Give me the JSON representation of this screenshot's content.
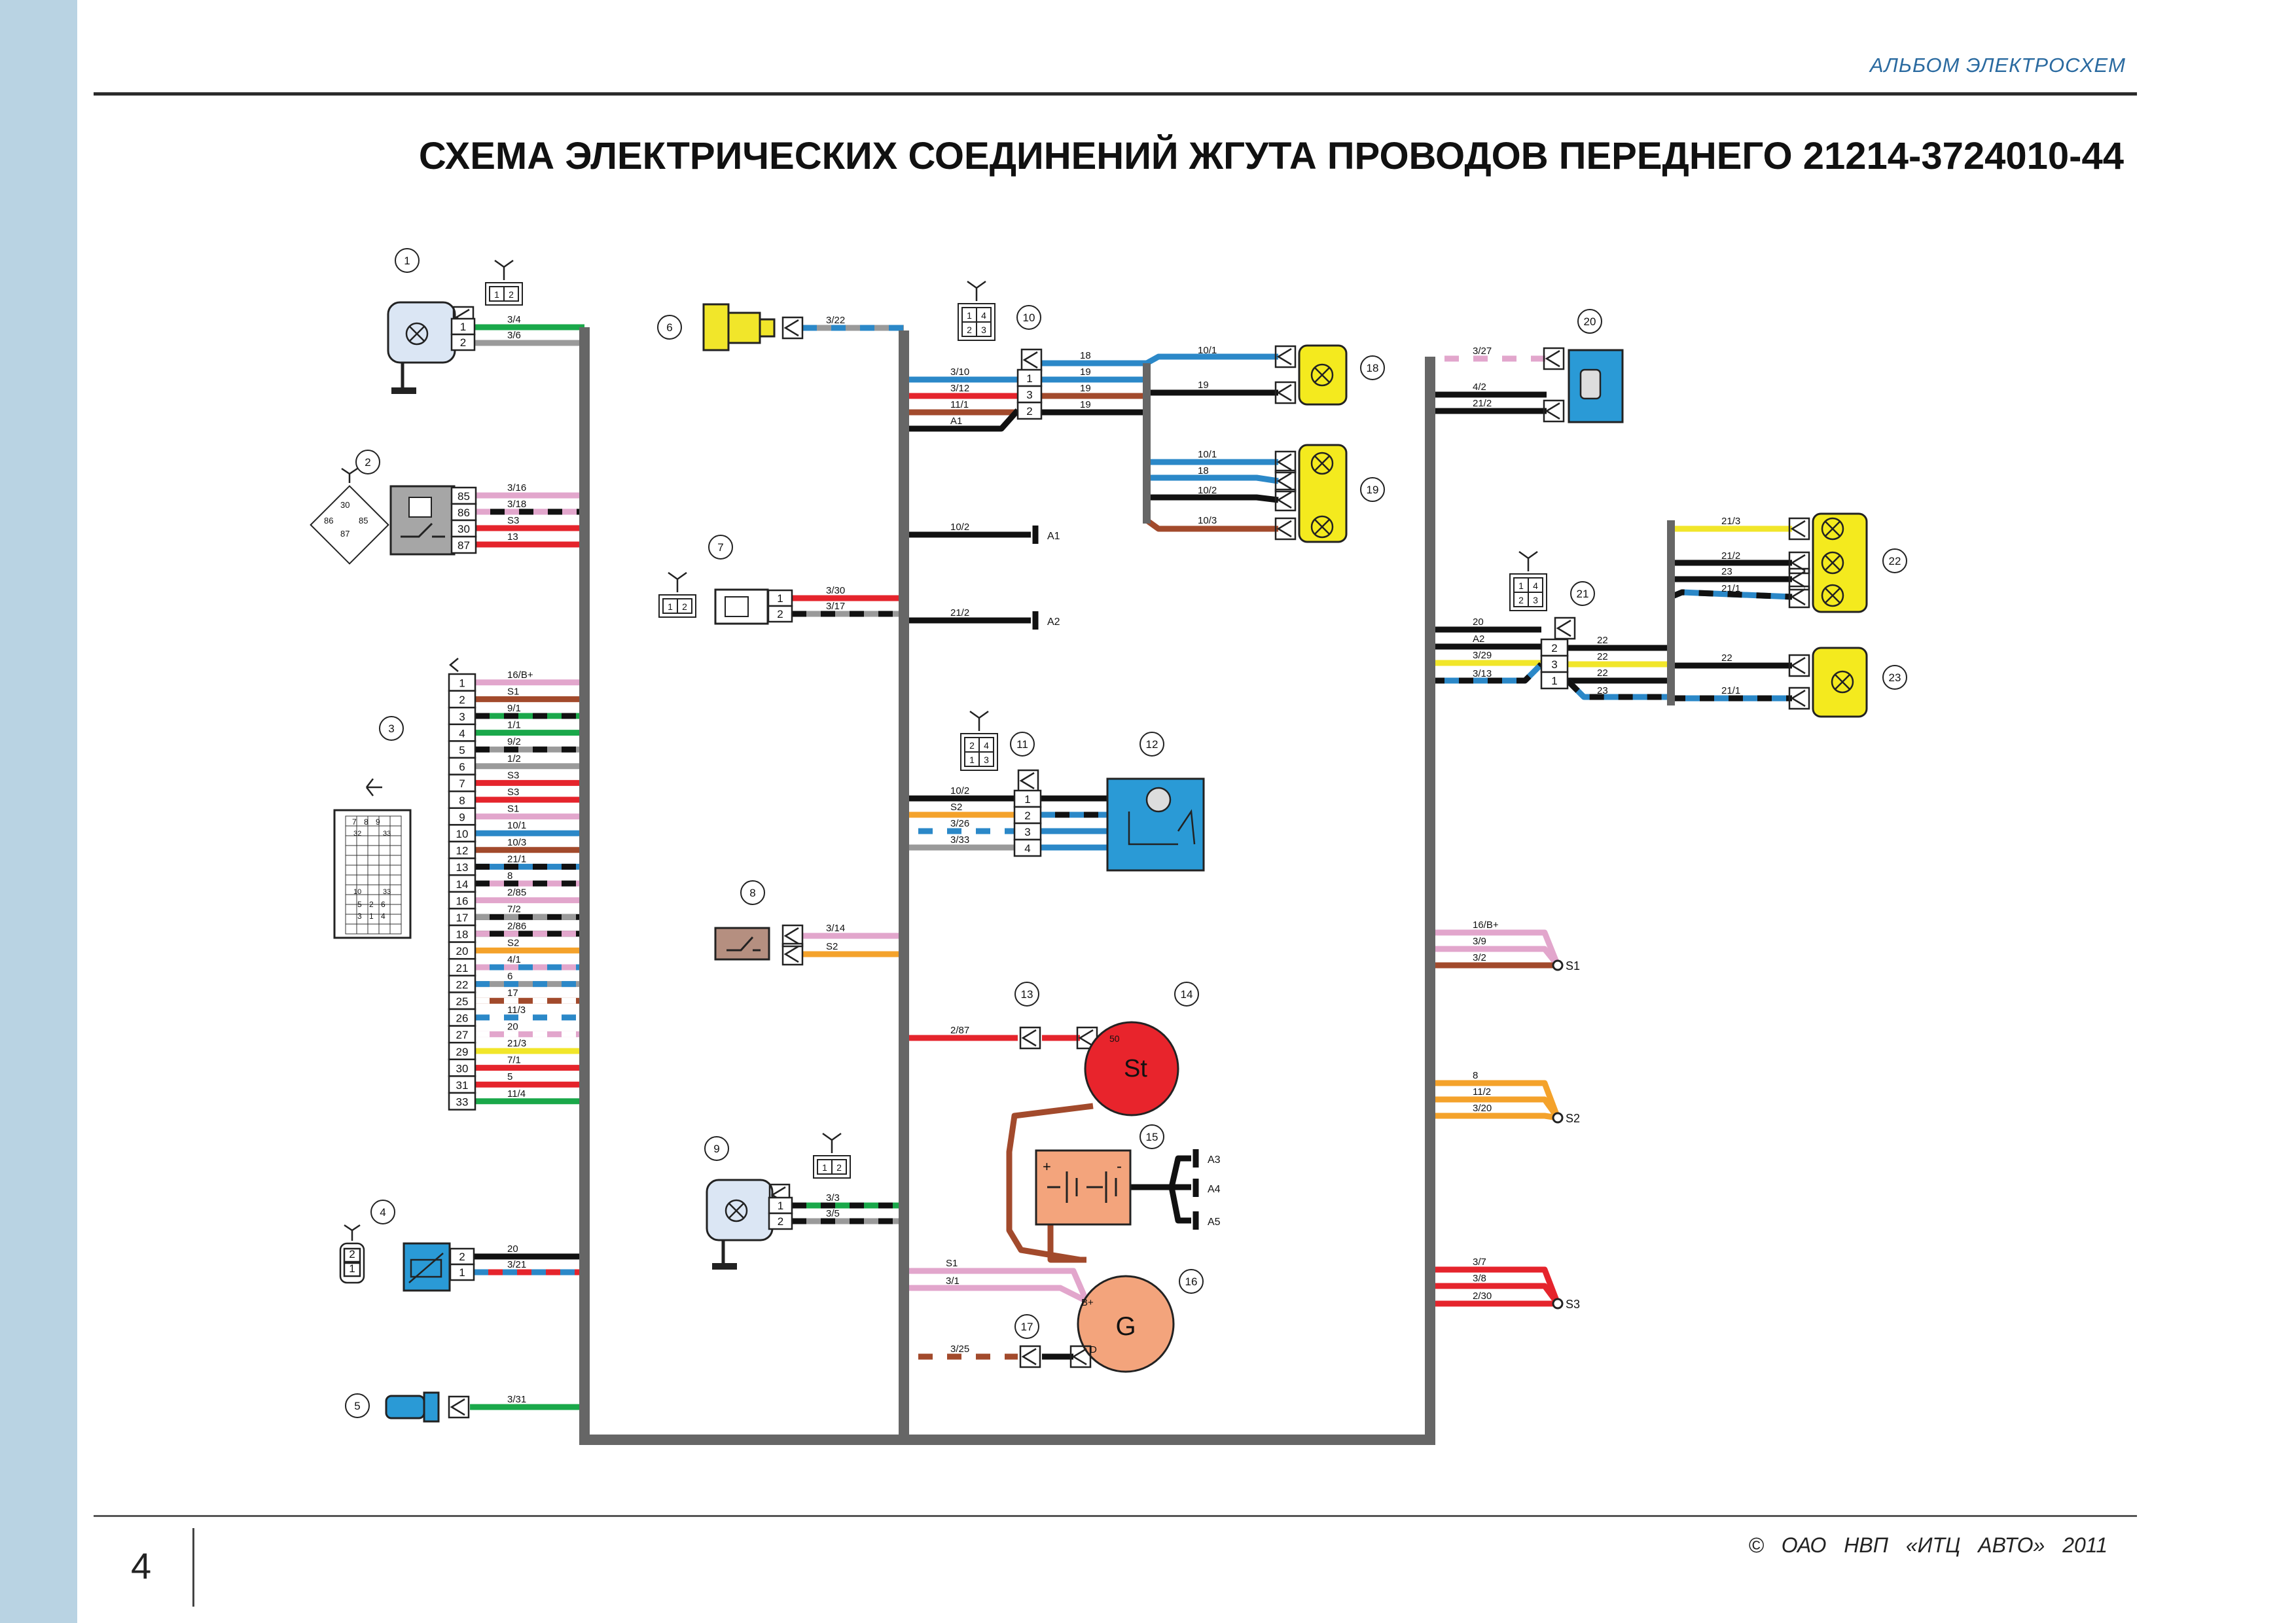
{
  "header": {
    "album": "АЛЬБОМ ЭЛЕКТРОСХЕМ",
    "title": "СХЕМА ЭЛЕКТРИЧЕСКИХ СОЕДИНЕНИЙ ЖГУТА ПРОВОДОВ ПЕРЕДНЕГО  21214-3724010-44"
  },
  "footer": {
    "page": "4",
    "copyright": "©  ОАО НВП «ИТЦ АВТО»  2011"
  },
  "colors": {
    "green": "#1aa84a",
    "gray": "#9a9a9a",
    "pink": "#e2a6cc",
    "black": "#111111",
    "red": "#e5242c",
    "brown": "#a24a2c",
    "blue": "#2b88c8",
    "yellow": "#f1e62a",
    "orange": "#f4a22b",
    "white": "#ffffff",
    "harness": "#666666",
    "lampYellow": "#f4ea1e",
    "motorBlue": "#2a9ad6",
    "relayGray": "#a6a6a6",
    "starterRed": "#e8242c",
    "generator": "#f3a47c",
    "battery": "#f3a47c",
    "tan": "#b58f80"
  },
  "component_numbers": [
    "1",
    "2",
    "3",
    "4",
    "5",
    "6",
    "7",
    "8",
    "9",
    "10",
    "11",
    "12",
    "13",
    "14",
    "15",
    "16",
    "17",
    "18",
    "19",
    "20",
    "21",
    "22",
    "23"
  ],
  "connector_icons": [
    {
      "id": "c1",
      "pins": [
        "1",
        "2"
      ]
    },
    {
      "id": "c2",
      "pins": [
        "30",
        "86",
        "85",
        "87"
      ]
    },
    {
      "id": "c3",
      "pins": [
        "7",
        "8",
        "9",
        "32",
        "33",
        "10",
        "5",
        "2",
        "6",
        "3",
        "1",
        "4"
      ]
    },
    {
      "id": "c4",
      "pins": [
        "2",
        "1"
      ]
    },
    {
      "id": "c7",
      "pins": [
        "1",
        "2"
      ]
    },
    {
      "id": "c9",
      "pins": [
        "1",
        "2"
      ]
    },
    {
      "id": "c10",
      "pins": [
        "1",
        "4",
        "2",
        "3"
      ]
    },
    {
      "id": "c11",
      "pins": [
        "2",
        "4",
        "1",
        "3"
      ]
    },
    {
      "id": "c21",
      "pins": [
        "1",
        "4",
        "2",
        "3"
      ]
    }
  ],
  "comp1": {
    "pins": [
      "1",
      "2"
    ],
    "wires": [
      "3/4",
      "3/6"
    ]
  },
  "comp2": {
    "pins": [
      "85",
      "86",
      "30",
      "87"
    ],
    "wires": [
      "3/16",
      "3/18",
      "S3",
      "13"
    ]
  },
  "comp3": {
    "pins": [
      "1",
      "2",
      "3",
      "4",
      "5",
      "6",
      "7",
      "8",
      "9",
      "10",
      "12",
      "13",
      "14",
      "16",
      "17",
      "18",
      "20",
      "21",
      "22",
      "25",
      "26",
      "27",
      "29",
      "30",
      "31",
      "33"
    ],
    "wires": [
      "16/B+",
      "S1",
      "9/1",
      "1/1",
      "9/2",
      "1/2",
      "S3",
      "S3",
      "S1",
      "10/1",
      "10/3",
      "21/1",
      "8",
      "2/85",
      "7/2",
      "2/86",
      "S2",
      "4/1",
      "6",
      "17",
      "11/3",
      "20",
      "21/3",
      "7/1",
      "5",
      "11/4"
    ]
  },
  "comp4": {
    "pins": [
      "2",
      "1"
    ],
    "wires": [
      "20",
      "3/21"
    ]
  },
  "comp5": {
    "wires": [
      "3/31"
    ]
  },
  "comp6": {
    "wires": [
      "3/22"
    ]
  },
  "comp7": {
    "pins": [
      "1",
      "2"
    ],
    "wires": [
      "3/30",
      "3/17"
    ]
  },
  "comp8": {
    "wires": [
      "3/14",
      "S2"
    ]
  },
  "comp9": {
    "pins": [
      "1",
      "2"
    ],
    "wires": [
      "3/3",
      "3/5"
    ]
  },
  "comp10": {
    "pins": [
      "1",
      "3",
      "2"
    ],
    "left": [
      "3/10",
      "3/12",
      "11/1",
      "A1"
    ],
    "right": [
      "18",
      "19",
      "19",
      "19"
    ]
  },
  "comp18": {
    "wires": [
      "10/1",
      "19"
    ]
  },
  "comp19": {
    "wires": [
      "10/1",
      "18",
      "10/2",
      "10/3"
    ]
  },
  "grounds": {
    "A1": "A1",
    "A2": "A2",
    "A3": "A3",
    "A4": "A4",
    "A5": "A5",
    "w_A1": "10/2",
    "w_A2": "21/2"
  },
  "comp11": {
    "pins": [
      "1",
      "2",
      "3",
      "4"
    ],
    "wires": [
      "10/2",
      "S2",
      "3/26",
      "3/33"
    ]
  },
  "comp13": {
    "wire": "2/87"
  },
  "comp14": {
    "label": "St",
    "pin": "50"
  },
  "comp16": {
    "label": "G",
    "pin_b": "B+",
    "pin_d": "D",
    "wires": [
      "S1",
      "3/1"
    ]
  },
  "comp17": {
    "wire": "3/25"
  },
  "comp20": {
    "wires": [
      "3/27",
      "4/2",
      "21/2"
    ]
  },
  "comp21": {
    "pins": [
      "2",
      "3",
      "1"
    ],
    "left": [
      "20",
      "A2",
      "3/29",
      "3/13"
    ],
    "right": [
      "22",
      "22",
      "22",
      "23"
    ]
  },
  "comp22": {
    "wires": [
      "21/3",
      "21/2",
      "23",
      "21/1"
    ]
  },
  "comp23": {
    "wires": [
      "22",
      "21/1"
    ]
  },
  "splices": {
    "S1": {
      "label": "S1",
      "wires": [
        "16/B+",
        "3/9",
        "3/2"
      ]
    },
    "S2": {
      "label": "S2",
      "wires": [
        "8",
        "11/2",
        "3/20"
      ]
    },
    "S3": {
      "label": "S3",
      "wires": [
        "3/7",
        "3/8",
        "2/30"
      ]
    }
  }
}
